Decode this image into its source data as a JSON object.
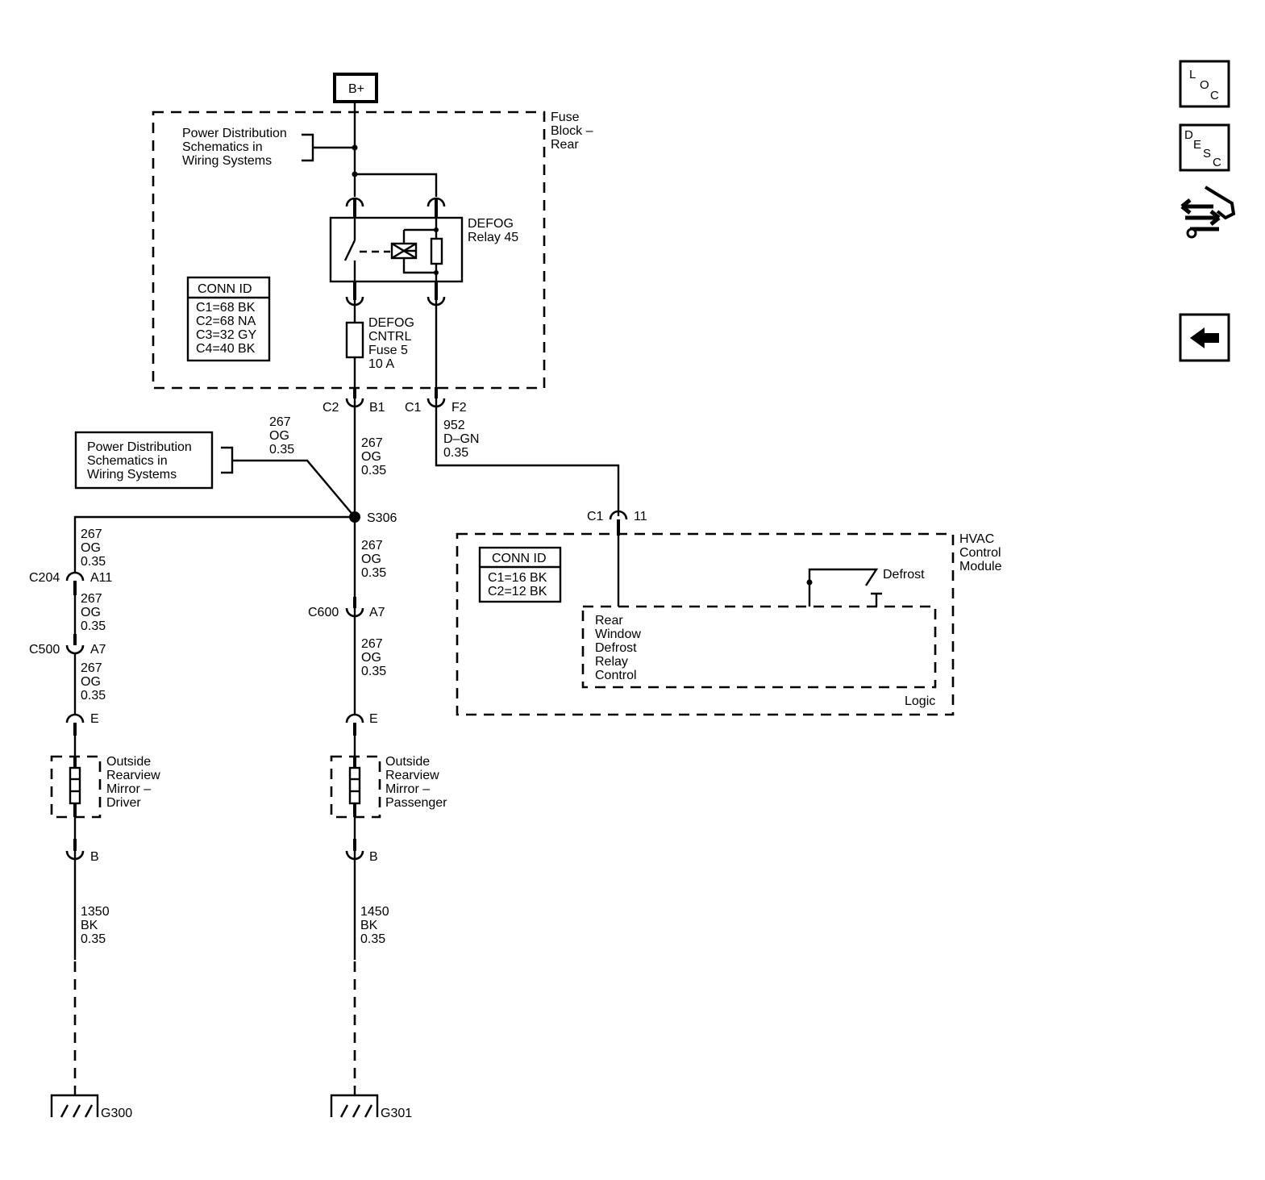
{
  "power_source": {
    "label": "B+"
  },
  "fuse_block": {
    "title": [
      "Fuse",
      "Block –",
      "Rear"
    ],
    "power_ref": [
      "Power Distribution",
      "Schematics in",
      "Wiring Systems"
    ],
    "conn_id": {
      "header": "CONN ID",
      "rows": [
        "C1=68 BK",
        "C2=68 NA",
        "C3=32 GY",
        "C4=40 BK"
      ]
    },
    "relay": [
      "DEFOG",
      "Relay 45"
    ],
    "fuse": [
      "DEFOG",
      "CNTRL",
      "Fuse 5",
      "10 A"
    ]
  },
  "connectors": {
    "c2": "C2",
    "b1": "B1",
    "c1": "C1",
    "f2": "F2",
    "hvac_c1": "C1",
    "hvac_11": "11",
    "s306": "S306",
    "c204": "C204",
    "a11": "A11",
    "c500": "C500",
    "a7_left": "A7",
    "c600": "C600",
    "a7_right": "A7",
    "e_left": "E",
    "e_right": "E",
    "b_left": "B",
    "b_right": "B"
  },
  "wires": {
    "w952": [
      "952",
      "D–GN",
      "0.35"
    ],
    "w267_diag": [
      "267",
      "OG",
      "0.35"
    ],
    "w267_top": [
      "267",
      "OG",
      "0.35"
    ],
    "w267_s306_down": [
      "267",
      "OG",
      "0.35"
    ],
    "w267_left1": [
      "267",
      "OG",
      "0.35"
    ],
    "w267_left2": [
      "267",
      "OG",
      "0.35"
    ],
    "w267_left3": [
      "267",
      "OG",
      "0.35"
    ],
    "w267_right2": [
      "267",
      "OG",
      "0.35"
    ],
    "w1350": [
      "1350",
      "BK",
      "0.35"
    ],
    "w1450": [
      "1450",
      "BK",
      "0.35"
    ]
  },
  "power_ref_2": [
    "Power Distribution",
    "Schematics in",
    "Wiring Systems"
  ],
  "hvac": {
    "title": [
      "HVAC",
      "Control",
      "Module"
    ],
    "conn_id": {
      "header": "CONN ID",
      "rows": [
        "C1=16 BK",
        "C2=12 BK"
      ]
    },
    "switch": "Defrost",
    "control": [
      "Rear",
      "Window",
      "Defrost",
      "Relay",
      "Control"
    ],
    "logic": "Logic"
  },
  "mirrors": {
    "driver": [
      "Outside",
      "Rearview",
      "Mirror –",
      "Driver"
    ],
    "passenger": [
      "Outside",
      "Rearview",
      "Mirror –",
      "Passenger"
    ]
  },
  "grounds": {
    "left": "G300",
    "right": "G301"
  },
  "nav": {
    "loc": [
      "L",
      "O",
      "C"
    ],
    "desc": [
      "D",
      "E",
      "S",
      "C"
    ]
  }
}
